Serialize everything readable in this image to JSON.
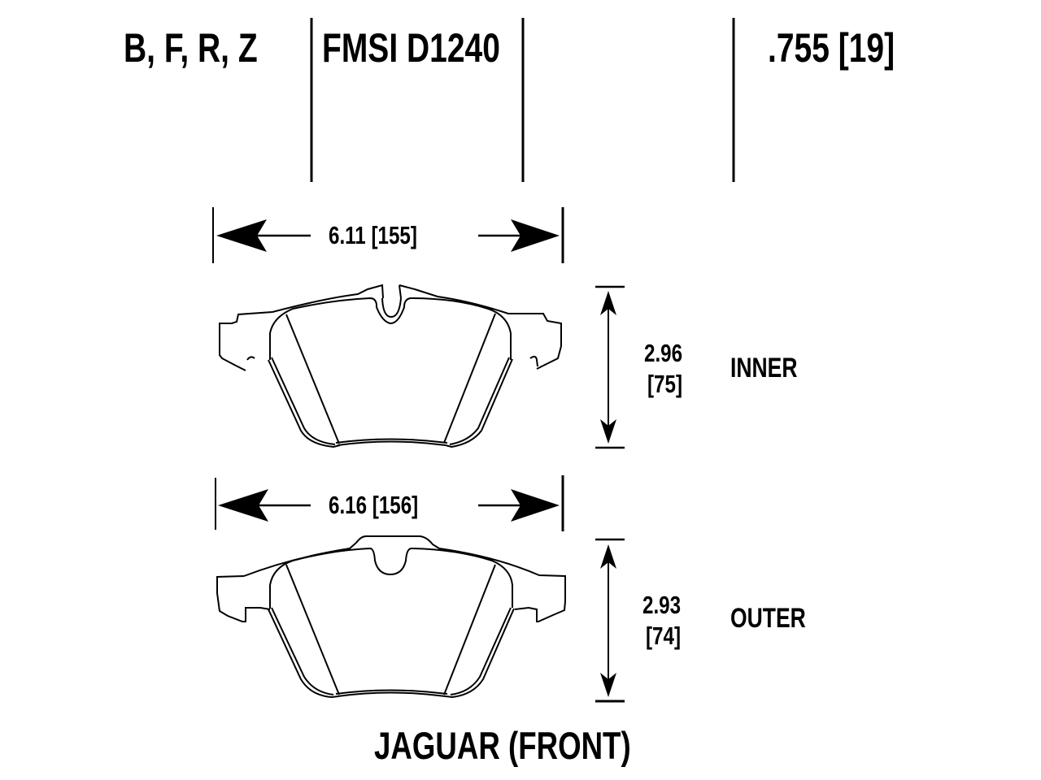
{
  "header": {
    "compounds": "B, F, R, Z",
    "fmsi": "FMSI D1240",
    "thickness": ".755 [19]"
  },
  "inner_pad": {
    "width_label": "6.11  [155]",
    "height_in": "2.96",
    "height_mm": "[75]",
    "position": "INNER"
  },
  "outer_pad": {
    "width_label": "6.16  [156]",
    "height_in": "2.93",
    "height_mm": "[74]",
    "position": "OUTER"
  },
  "footer": {
    "application": "JAGUAR (FRONT)"
  },
  "colors": {
    "line": "#000000",
    "background": "#ffffff"
  }
}
